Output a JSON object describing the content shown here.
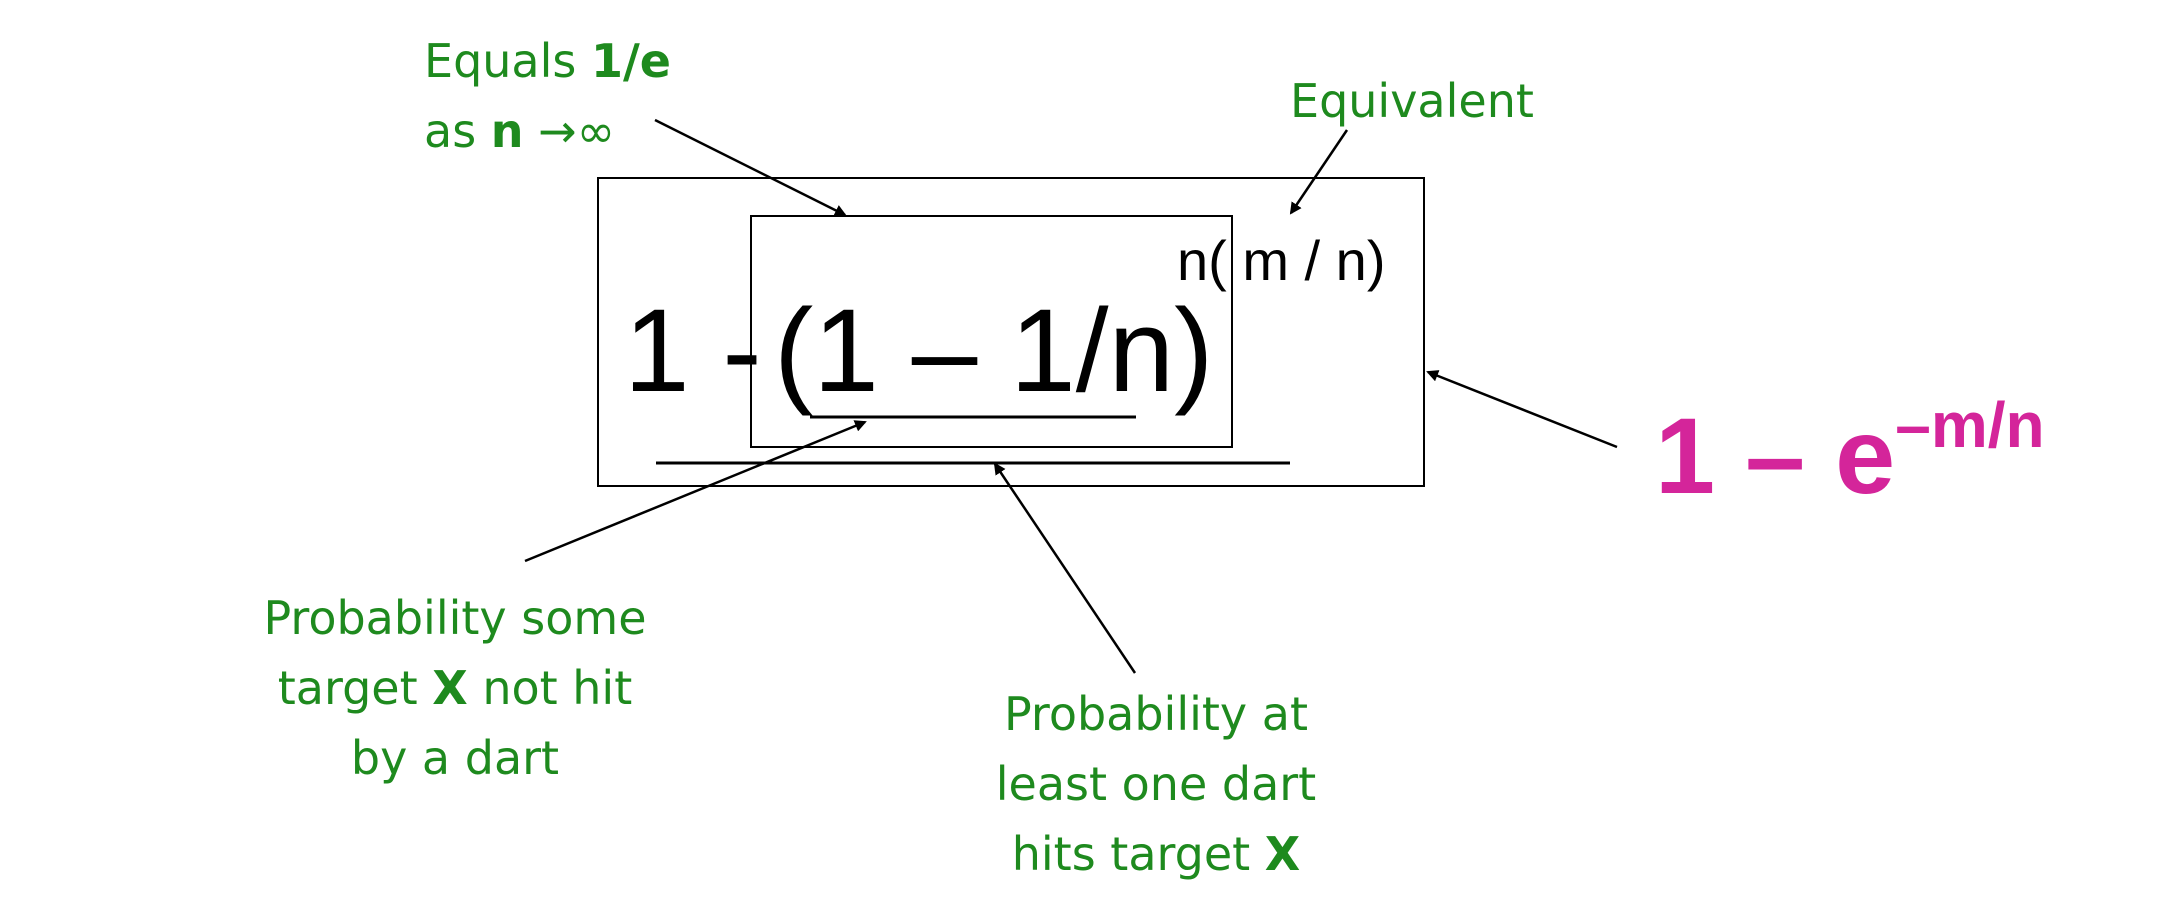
{
  "annotations": {
    "equals_limit": {
      "line1_prefix": "Equals ",
      "line1_bold": "1/e",
      "line2_prefix": "as ",
      "line2_bold": "n",
      "line2_suffix": " →∞"
    },
    "equivalent": "Equivalent",
    "prob_not_hit": {
      "line1": "Probability some",
      "line2_prefix": "target ",
      "line2_bold": "X",
      "line2_suffix": " not hit",
      "line3": "by a dart"
    },
    "prob_hit": {
      "line1": "Probability at",
      "line2": "least one dart",
      "line3_prefix": "hits target ",
      "line3_bold": "X"
    }
  },
  "formula": {
    "one_minus": "1 -",
    "inner": "(1 – 1/n)",
    "exponent": "n( m / n)"
  },
  "result": {
    "base": "1 – e",
    "exponent": "–m/n"
  },
  "colors": {
    "annotation": "#1e8a1e",
    "result": "#d4259a",
    "formula": "#000000"
  }
}
